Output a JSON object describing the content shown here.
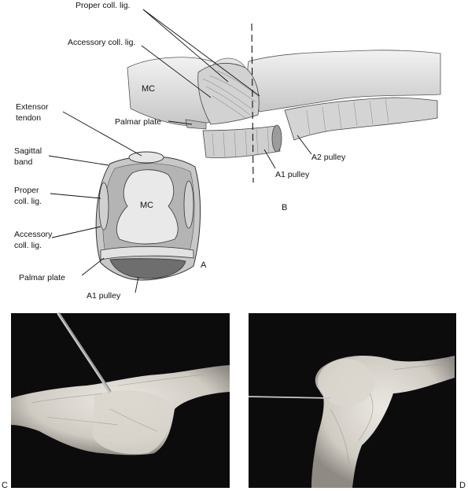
{
  "labels": {
    "proper_coll_lig_top": "Proper coll. lig.",
    "accessory_coll_lig_top": "Accessory coll. lig.",
    "mc_top": "MC",
    "palmar_plate_top": "Palmar plate",
    "a1_pulley_top": "A1 pulley",
    "a2_pulley": "A2 pulley",
    "extensor_line1": "Extensor",
    "extensor_line2": "tendon",
    "sagittal_line1": "Sagittal",
    "sagittal_line2": "band",
    "proper_line1": "Proper",
    "proper_line2": "coll. lig.",
    "accessory_line1": "Accessory",
    "accessory_line2": "coll. lig.",
    "mc_section": "MC",
    "palmar_plate_section": "Palmar plate",
    "a1_pulley_section": "A1 pulley"
  },
  "panels": {
    "a": "A",
    "b": "B",
    "c": "C",
    "d": "D"
  },
  "colors": {
    "ink": "#111111",
    "illustration_fill": "#e2e2e2",
    "illustration_shade": "#bdbdbd",
    "photo_background": "#0c0c0c",
    "specimen": "#d6d3cc"
  }
}
